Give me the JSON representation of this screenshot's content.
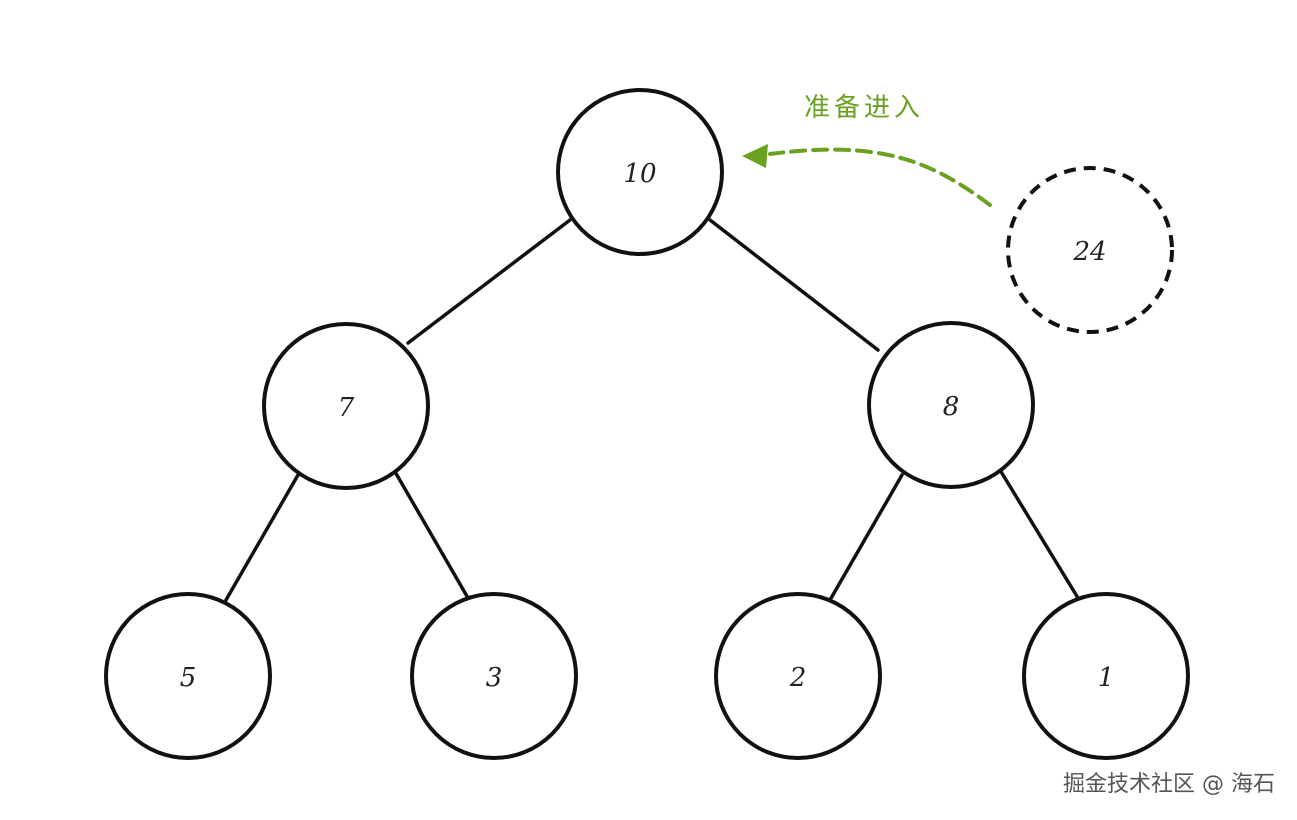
{
  "diagram": {
    "nodes": [
      {
        "id": "n10",
        "label": "10"
      },
      {
        "id": "n7",
        "label": "7"
      },
      {
        "id": "n8",
        "label": "8"
      },
      {
        "id": "n5",
        "label": "5"
      },
      {
        "id": "n3",
        "label": "3"
      },
      {
        "id": "n2",
        "label": "2"
      },
      {
        "id": "n1",
        "label": "1"
      }
    ],
    "edges": [
      {
        "from": "n10",
        "to": "n7"
      },
      {
        "from": "n10",
        "to": "n8"
      },
      {
        "from": "n7",
        "to": "n5"
      },
      {
        "from": "n7",
        "to": "n3"
      },
      {
        "from": "n8",
        "to": "n2"
      },
      {
        "from": "n8",
        "to": "n1"
      }
    ],
    "incoming_node": {
      "id": "n24",
      "label": "24"
    },
    "annotation": {
      "text": "准备进入",
      "color": "#6aa121"
    }
  },
  "watermark": "掘金技术社区 @ 海石"
}
